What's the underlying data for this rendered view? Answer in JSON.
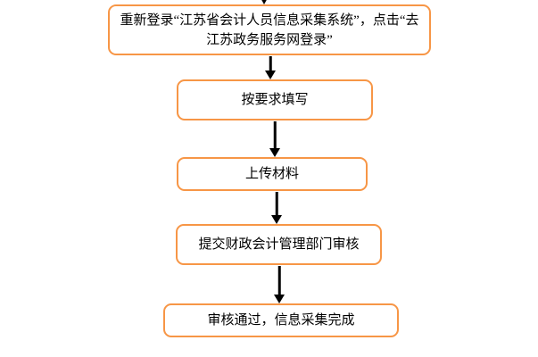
{
  "page": {
    "background_color": "#ffffff"
  },
  "flowchart": {
    "accent_color": "#F79646",
    "arrow_color": "#000000",
    "text_color": "#000000",
    "nodes": [
      {
        "id": "step-1",
        "label": "重新登录“江苏省会计人员信息采集系统”，点击“去\n江苏政务服务网登录”"
      },
      {
        "id": "step-2",
        "label": "按要求填写"
      },
      {
        "id": "step-3",
        "label": "上传材料"
      },
      {
        "id": "step-4",
        "label": "提交财政会计管理部门审核"
      },
      {
        "id": "step-5",
        "label": "审核通过，信息采集完成"
      }
    ]
  }
}
